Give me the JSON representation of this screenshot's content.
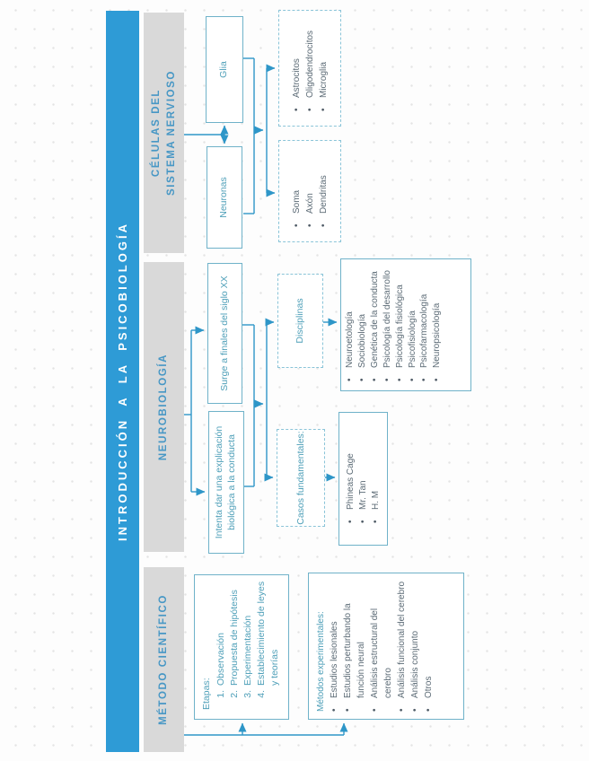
{
  "title_bar": {
    "text": "INTRODUCCIÓN A LA PSICOBIOLOGÍA"
  },
  "colors": {
    "title_bar_bg": "#2E9BD6",
    "title_text": "#FFFFFF",
    "section_header_bg": "#D9D9D9",
    "section_header_text": "#4797C5",
    "box_border": "#6FB2C9",
    "box_text": "#4E9FB8",
    "dashed_border": "#8AC4D8",
    "list_text": "#5C6B76",
    "connector": "#2E96C8"
  },
  "metodo": {
    "header": "MÉTODO CIENTÍFICO",
    "etapas": {
      "title": "Etapas:",
      "items": [
        "Observación",
        "Propuesta de hipótesis",
        "Experimentación",
        "Establecimiento de leyes y teorías"
      ]
    },
    "metodos": {
      "title": "Métodos experimentales:",
      "items": [
        "Estudios lesionales",
        "Estudios perturbando la función neural",
        "Análisis estructural del cerebro",
        "Análisis funcional del cerebro",
        "Análisis conjunto",
        "Otros"
      ]
    }
  },
  "neuro": {
    "header": "NEUROBIOLOGÍA",
    "intenta": "Intenta dar una explicación biológica a la conducta",
    "surge": "Surge a finales del siglo XX",
    "casos_title": "Casos fundamentales:",
    "casos_items": [
      "Phineas Cage",
      "Mr. Tan",
      "H. M"
    ],
    "disciplinas_title": "Disciplinas",
    "disciplinas_items": [
      "Neuroetología",
      "Sociobiología",
      "Genética de la conducta",
      "Psicología del desarrollo",
      "Psicología fisiológica",
      "Psicofisiología",
      "Psicofarmacología",
      "Neuropsicología"
    ]
  },
  "celulas": {
    "header_line1": "CÉLULAS DEL",
    "header_line2": "SISTEMA NERVIOSO",
    "neuronas": "Neuronas",
    "glia": "Glia",
    "neuronas_items": [
      "Soma",
      "Axón",
      "Dendritas"
    ],
    "glia_items": [
      "Astrocitos",
      "Oligodendrocitos",
      "Microglia"
    ]
  }
}
